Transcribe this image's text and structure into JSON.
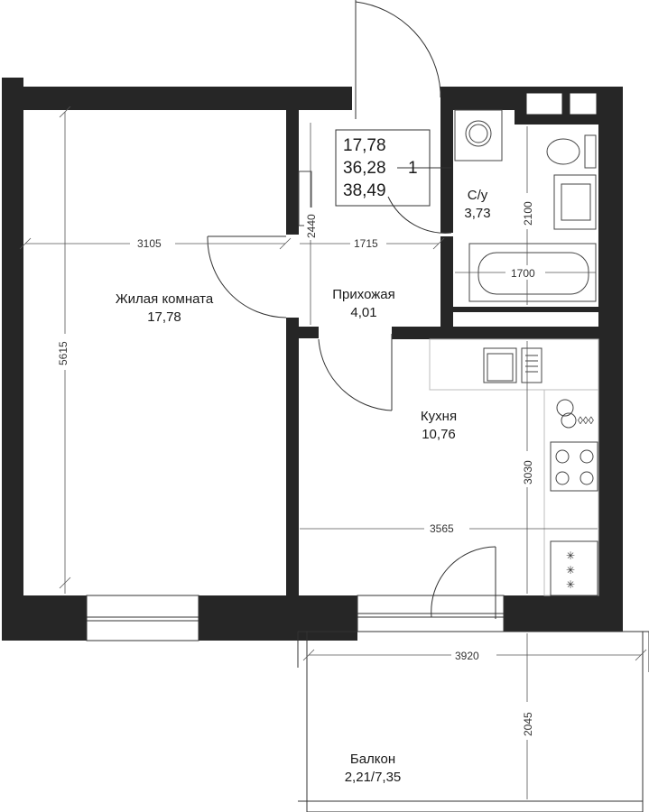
{
  "info": {
    "living_area": "17,78",
    "total_area": "36,28",
    "total_with_balcony": "38,49",
    "rooms": "1"
  },
  "rooms": {
    "living": {
      "name": "Жилая комната",
      "area": "17,78"
    },
    "hall": {
      "name": "Прихожая",
      "area": "4,01"
    },
    "bath": {
      "name": "С/у",
      "area": "3,73"
    },
    "kitchen": {
      "name": "Кухня",
      "area": "10,76"
    },
    "balcony": {
      "name": "Балкон",
      "area": "2,21/7,35"
    }
  },
  "dimensions": {
    "living_width": "3105",
    "hall_width": "1715",
    "living_height": "5615",
    "hall_height": "2440",
    "bath_height": "2100",
    "tub_length": "1700",
    "kitchen_width": "3565",
    "kitchen_height": "3030",
    "balcony_width": "3920",
    "balcony_depth": "2045"
  }
}
